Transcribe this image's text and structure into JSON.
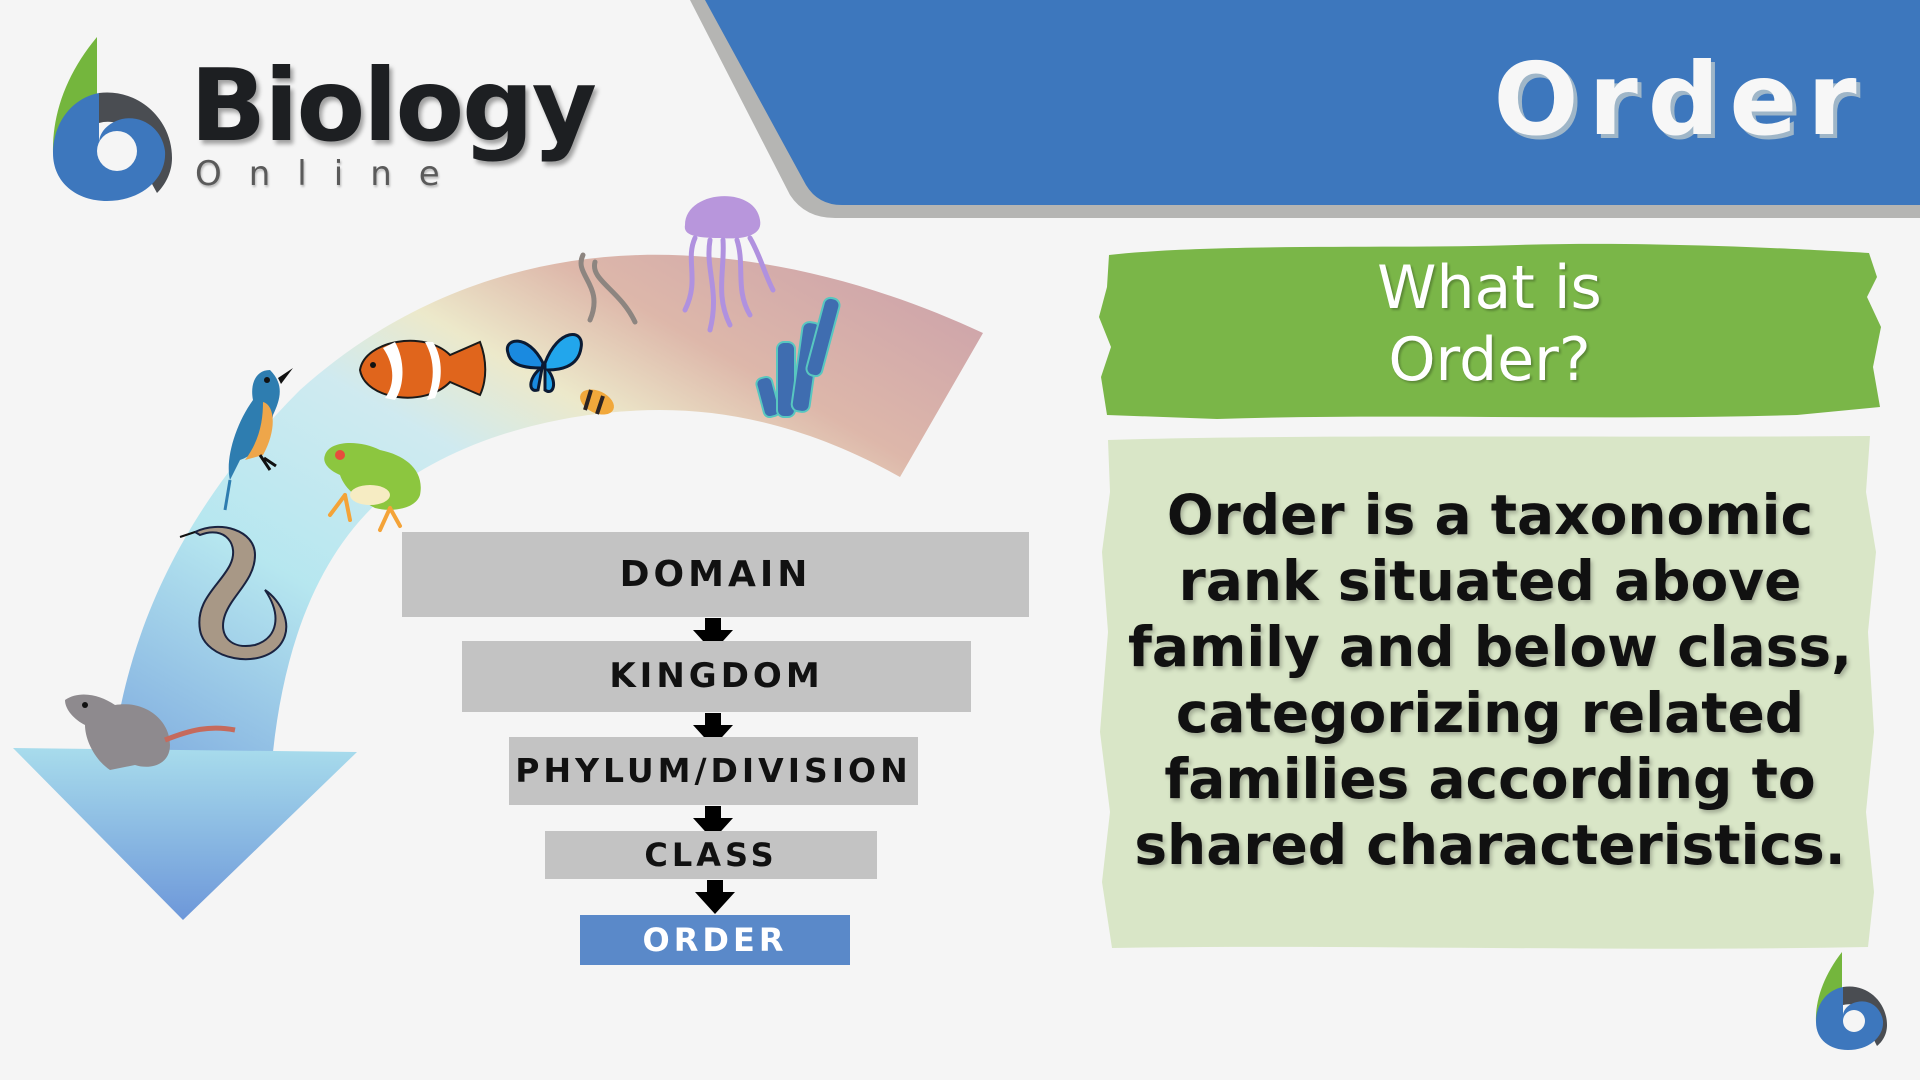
{
  "header": {
    "brand": "Biology",
    "brand_sub": "Online",
    "title": "Order"
  },
  "question": {
    "line1": "What is",
    "line2": "Order?"
  },
  "definition": {
    "text": "Order is a taxonomic rank situated above family and below class, categorizing related families according to shared characteristics."
  },
  "hierarchy": {
    "ranks": [
      {
        "label": "DOMAIN"
      },
      {
        "label": "KINGDOM"
      },
      {
        "label": "PHYLUM/DIVISION"
      },
      {
        "label": "CLASS"
      },
      {
        "label": "ORDER",
        "current": true
      }
    ]
  },
  "illustration": {
    "animals": [
      "rat",
      "snake",
      "bird",
      "frog",
      "clownfish",
      "butterfly",
      "bee",
      "worm",
      "jellyfish",
      "coral"
    ]
  },
  "colors": {
    "banner_blue": "#3d77bd",
    "banner_border": "#b5b5b3",
    "question_green": "#7ab648",
    "definition_green": "#d9e6c7",
    "rank_gray": "#c3c3c3",
    "current_rank_blue": "#5a89c9",
    "background": "#f5f5f5"
  }
}
